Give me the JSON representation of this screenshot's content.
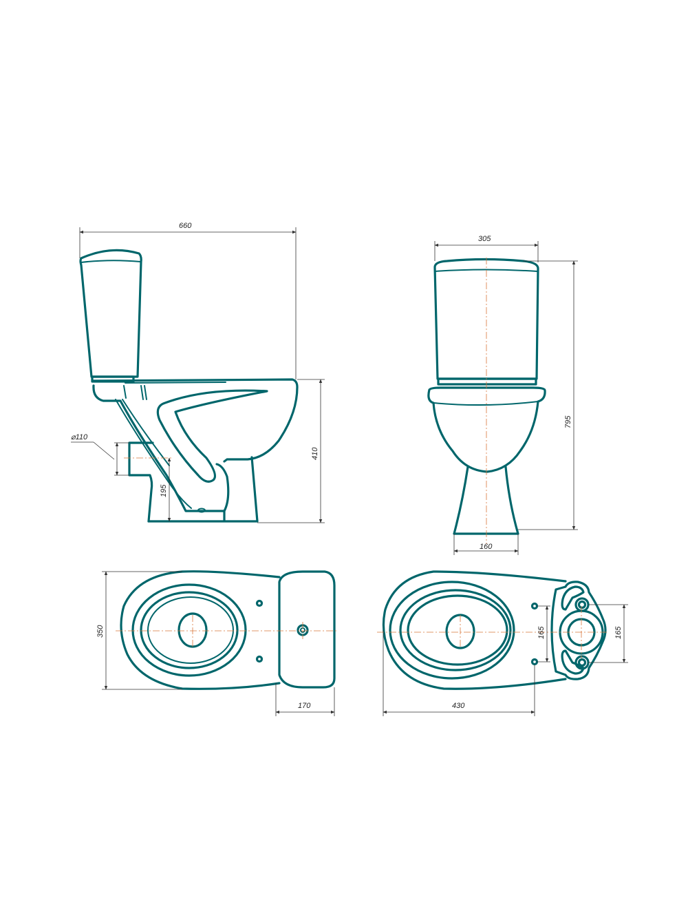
{
  "colors": {
    "outline": "#00666b",
    "dimension": "#333333",
    "axis": "#d9753a"
  },
  "dimensions": {
    "side_width": "660",
    "side_height": "410",
    "outlet_diameter": "⌀110",
    "outlet_height": "195",
    "front_tank_width": "305",
    "front_total_height": "795",
    "front_base_width": "160",
    "top_depth": "350",
    "top_tank_depth": "170",
    "bottom_length": "430",
    "bottom_bolt_spacing": "165",
    "bottom_tank_mount_spacing": "165"
  }
}
